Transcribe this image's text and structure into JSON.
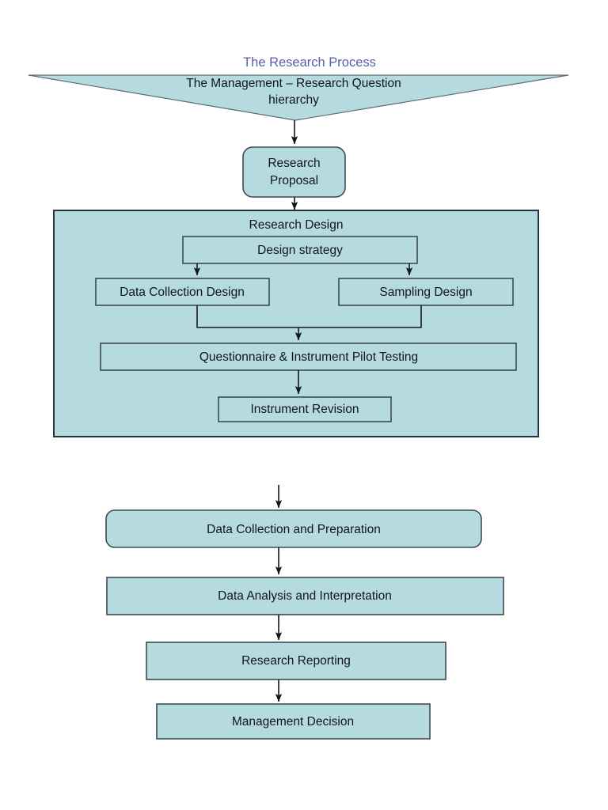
{
  "title": {
    "text": "The Research Process",
    "color": "#5b5ea8"
  },
  "theme": {
    "fill": "#b5dadf",
    "stroke": "#3d4c4f",
    "panel_stroke": "#27333a",
    "connector": "#14181a",
    "background": "#ffffff",
    "text": "#10161a"
  },
  "funnel": {
    "line1": "The Management – Research Question",
    "line2": "hierarchy"
  },
  "proposal": {
    "line1": "Research",
    "line2": "Proposal"
  },
  "research_design": {
    "panel_label": "Research Design",
    "design_strategy": "Design strategy",
    "data_collection_design": "Data Collection Design",
    "sampling_design": "Sampling Design",
    "questionnaire": "Questionnaire & Instrument Pilot Testing",
    "instrument_revision": "Instrument Revision"
  },
  "stages": [
    {
      "label": "Data Collection and Preparation"
    },
    {
      "label": "Data Analysis and Interpretation"
    },
    {
      "label": "Research Reporting"
    },
    {
      "label": "Management Decision"
    }
  ]
}
